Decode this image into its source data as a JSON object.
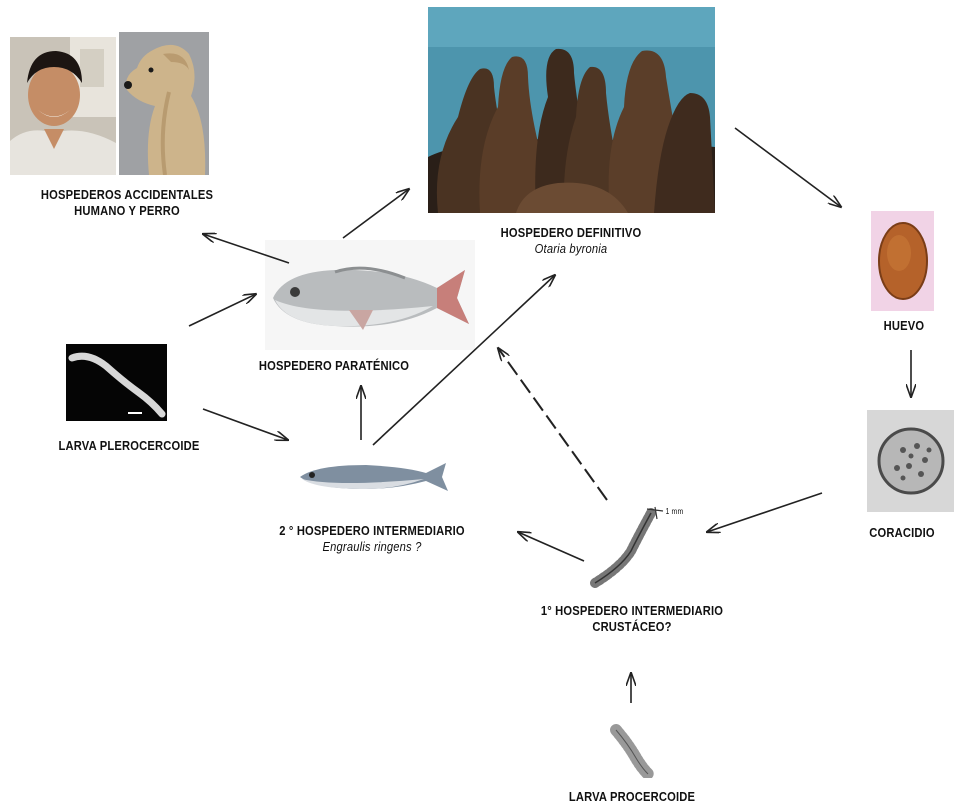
{
  "nodes": {
    "accidental": {
      "title": "HOSPEDEROS  ACCIDENTALES",
      "subtitle": "HUMANO  Y PERRO"
    },
    "definitive": {
      "title": "HOSPEDERO  DEFINITIVO",
      "species": "Otaria byronia"
    },
    "egg": {
      "title": "HUEVO"
    },
    "paratenic": {
      "title": "HOSPEDERO  PARATÉNICO"
    },
    "plerocercoid": {
      "title": "LARVA PLEROCERCOIDE"
    },
    "coracidium": {
      "title": "CORACIDIO"
    },
    "second_intermediate": {
      "title": "2 °  HOSPEDERO   INTERMEDIARIO",
      "species": "Engraulis ringens ?"
    },
    "first_intermediate": {
      "title": "1°   HOSPEDERO  INTERMEDIARIO",
      "subtitle": "CRUSTÁCEO?"
    },
    "procercoid": {
      "title": "LARVA PROCERCOIDE"
    }
  },
  "image_captions": {
    "scale_bar": "1 mm"
  },
  "icons": [
    "human-photo",
    "dog-photo",
    "sea-lion-photo",
    "egg-photo",
    "paratenic-fish-photo",
    "plerocercoid-photo",
    "coracidium-photo",
    "anchovy-photo",
    "crustacean-larva-drawing",
    "procercoid-drawing"
  ],
  "colors": {
    "arrow": "#222222",
    "egg": "#b5622a",
    "sea": "#4d95ad",
    "sea_lion": "#4a3322"
  }
}
